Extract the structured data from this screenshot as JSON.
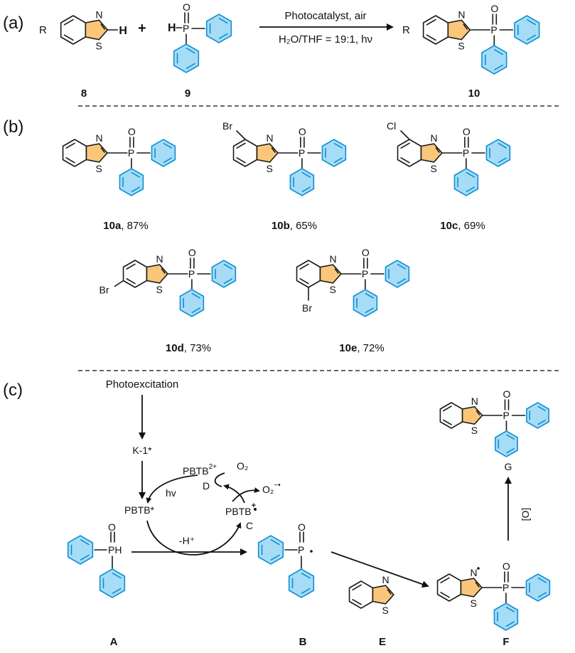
{
  "panels": {
    "a": "(a)",
    "b": "(b)",
    "c": "(c)"
  },
  "reaction": {
    "plus": "+",
    "substituent_R": "R",
    "H_label": "H",
    "P_label": "P",
    "O_label": "O",
    "N_label": "N",
    "S_label": "S",
    "conditions_top": "Photocatalyst, air",
    "conditions_bottom": "H₂O/THF = 19:1, hν",
    "label_reactant_1": "8",
    "label_reactant_2": "9",
    "label_product": "10"
  },
  "products": [
    {
      "id": "10a",
      "yield": ", 87%",
      "substituent": ""
    },
    {
      "id": "10b",
      "yield": ", 65%",
      "substituent": "Br"
    },
    {
      "id": "10c",
      "yield": ", 69%",
      "substituent": "Cl"
    },
    {
      "id": "10d",
      "yield": ", 73%",
      "substituent": "Br"
    },
    {
      "id": "10e",
      "yield": ", 72%",
      "substituent": "Br"
    }
  ],
  "mechanism": {
    "photoexcitation": "Photoexcitation",
    "k1_star": "K-1*",
    "pbtb_star": "PBTB*",
    "pbtb_2plus": "PBTB",
    "pbtb_2plus_sup": "2+",
    "label_D": "D",
    "hv": "hv",
    "O2": "O₂",
    "O2_radical": "O₂",
    "O2_radical_sup": "−•",
    "pbtb_cation": "PBTB",
    "pbtb_cation_sup": "+",
    "label_C": "C",
    "minus_h": "-H⁺",
    "ox": "[O]",
    "label_A": "A",
    "label_B": "B",
    "label_E": "E",
    "label_F": "F",
    "label_G": "G",
    "PH_label": "PH"
  }
}
